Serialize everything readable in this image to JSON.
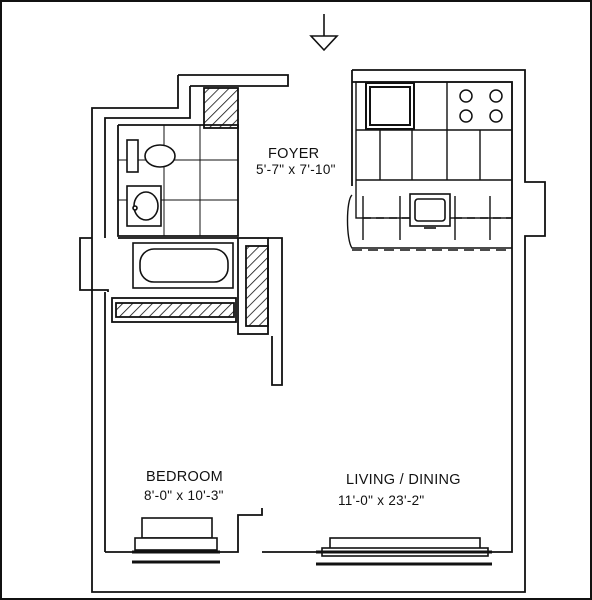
{
  "rooms": {
    "foyer": {
      "name": "FOYER",
      "dims": "5'-7\" x 7'-10\""
    },
    "bedroom": {
      "name": "BEDROOM",
      "dims": "8'-0\" x 10'-3\""
    },
    "living": {
      "name": "LIVING / DINING",
      "dims": "11'-0\" x 23'-2\""
    }
  },
  "fixtures": [
    "entry-arrow-icon",
    "stove-icon",
    "sink-icon",
    "toilet-icon",
    "bathtub-icon",
    "lavatory-icon",
    "window-icon"
  ],
  "colors": {
    "ink": "#111111",
    "background": "#ffffff"
  }
}
